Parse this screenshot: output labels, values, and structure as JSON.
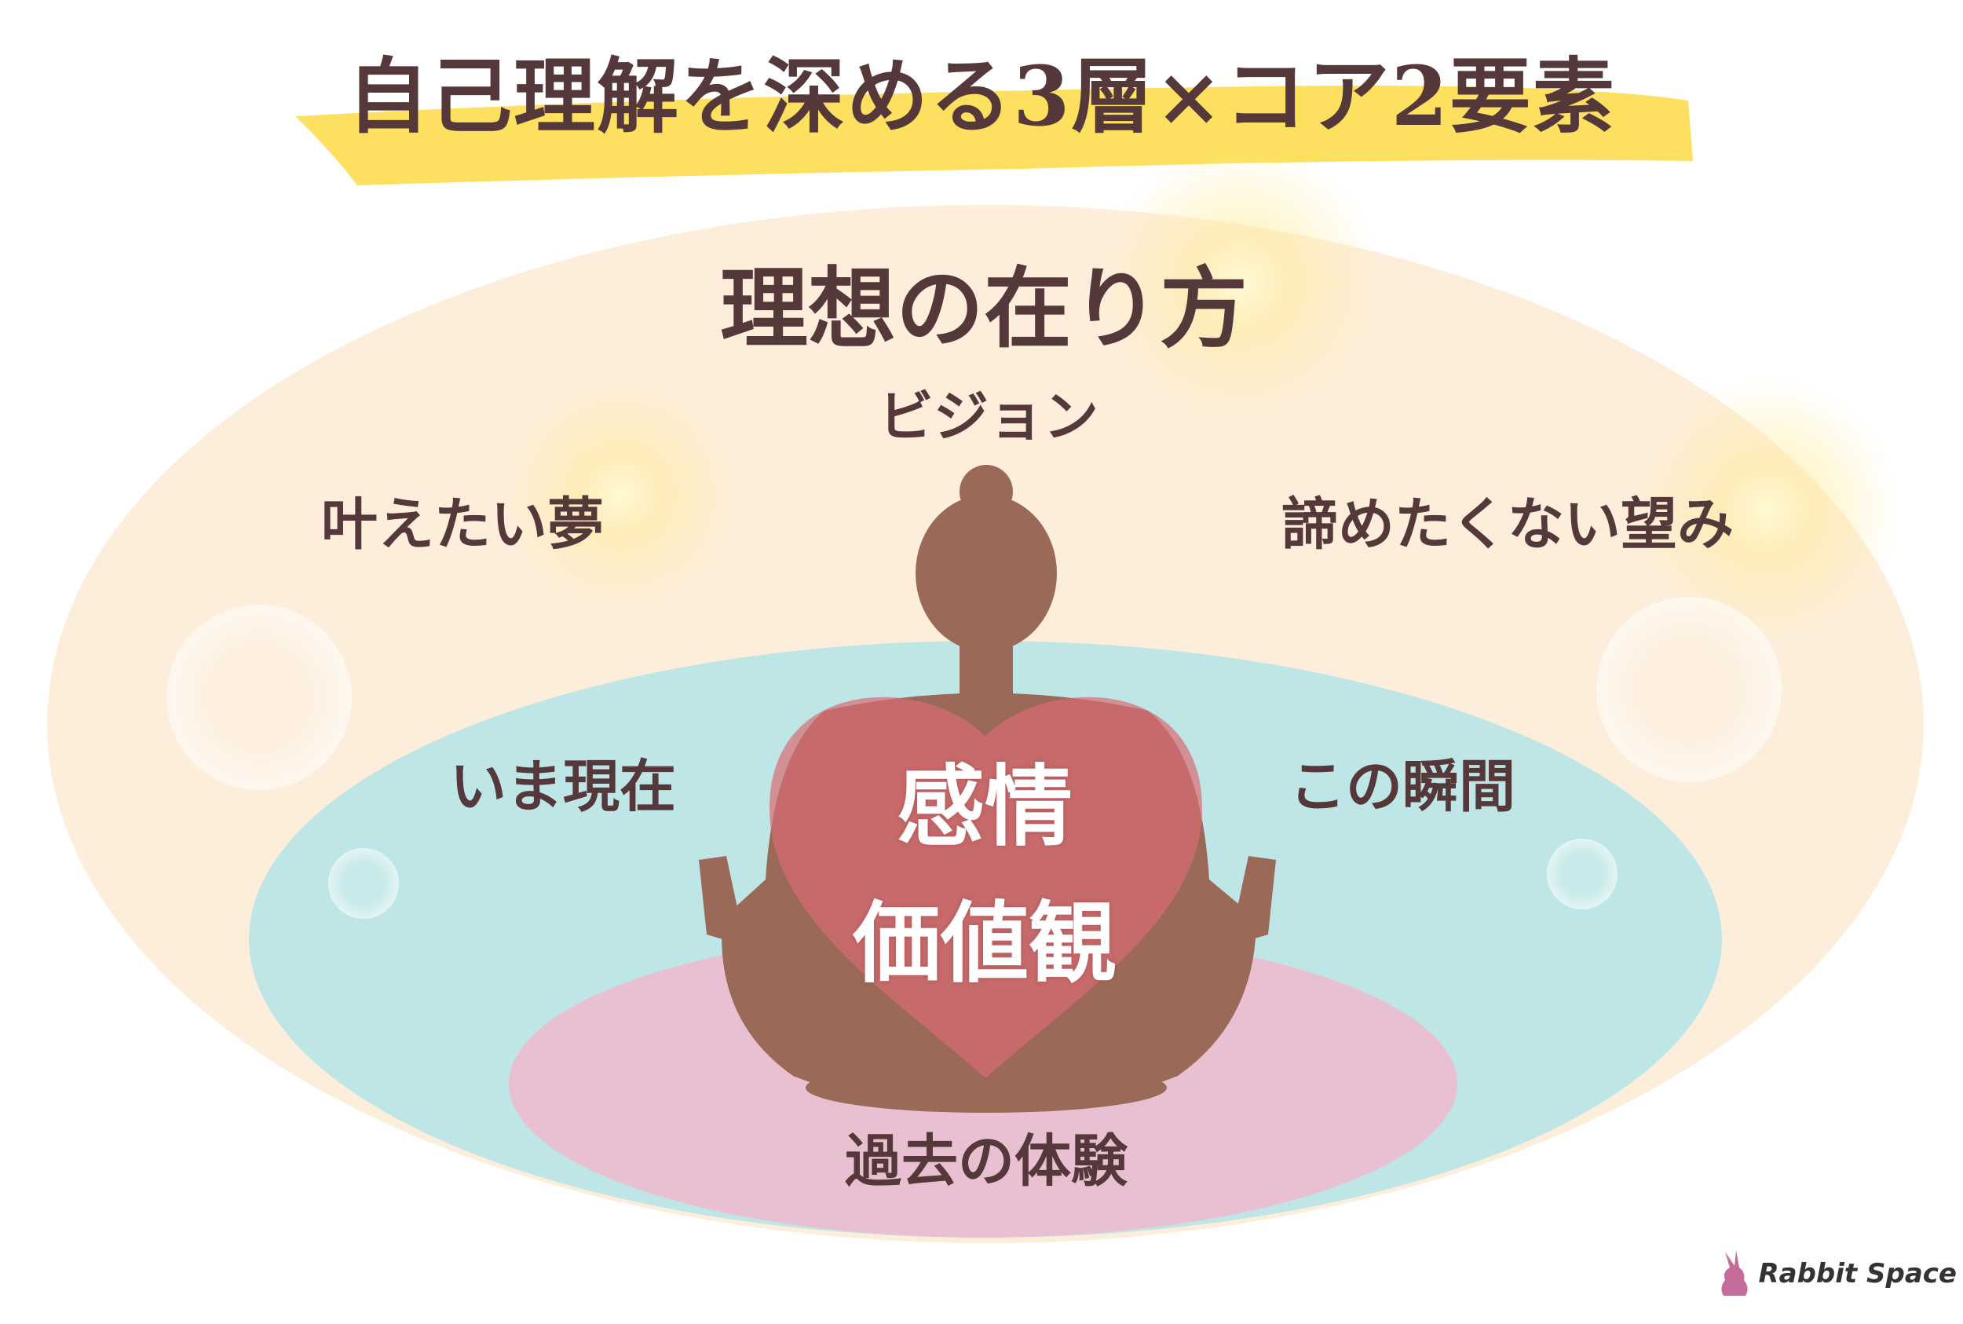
{
  "title": "自己理解を深める3層×コア2要素",
  "layers": {
    "outer": {
      "heading": "理想の在り方",
      "sub": "ビジョン",
      "left": "叶えたい夢",
      "right": "諦めたくない望み"
    },
    "middle": {
      "left": "いま現在",
      "right": "この瞬間"
    },
    "inner": {
      "label": "過去の体験"
    }
  },
  "core": {
    "line1": "感情",
    "line2": "価値観"
  },
  "logo": {
    "text": "Rabbit Space"
  },
  "colors": {
    "outer": "#fdeedb",
    "middle": "#bfe6e6",
    "inner": "#e8c0d1",
    "heart": "#d96b73",
    "silhouette": "#9b6958",
    "highlight": "#fde05f",
    "text": "#55383a"
  }
}
